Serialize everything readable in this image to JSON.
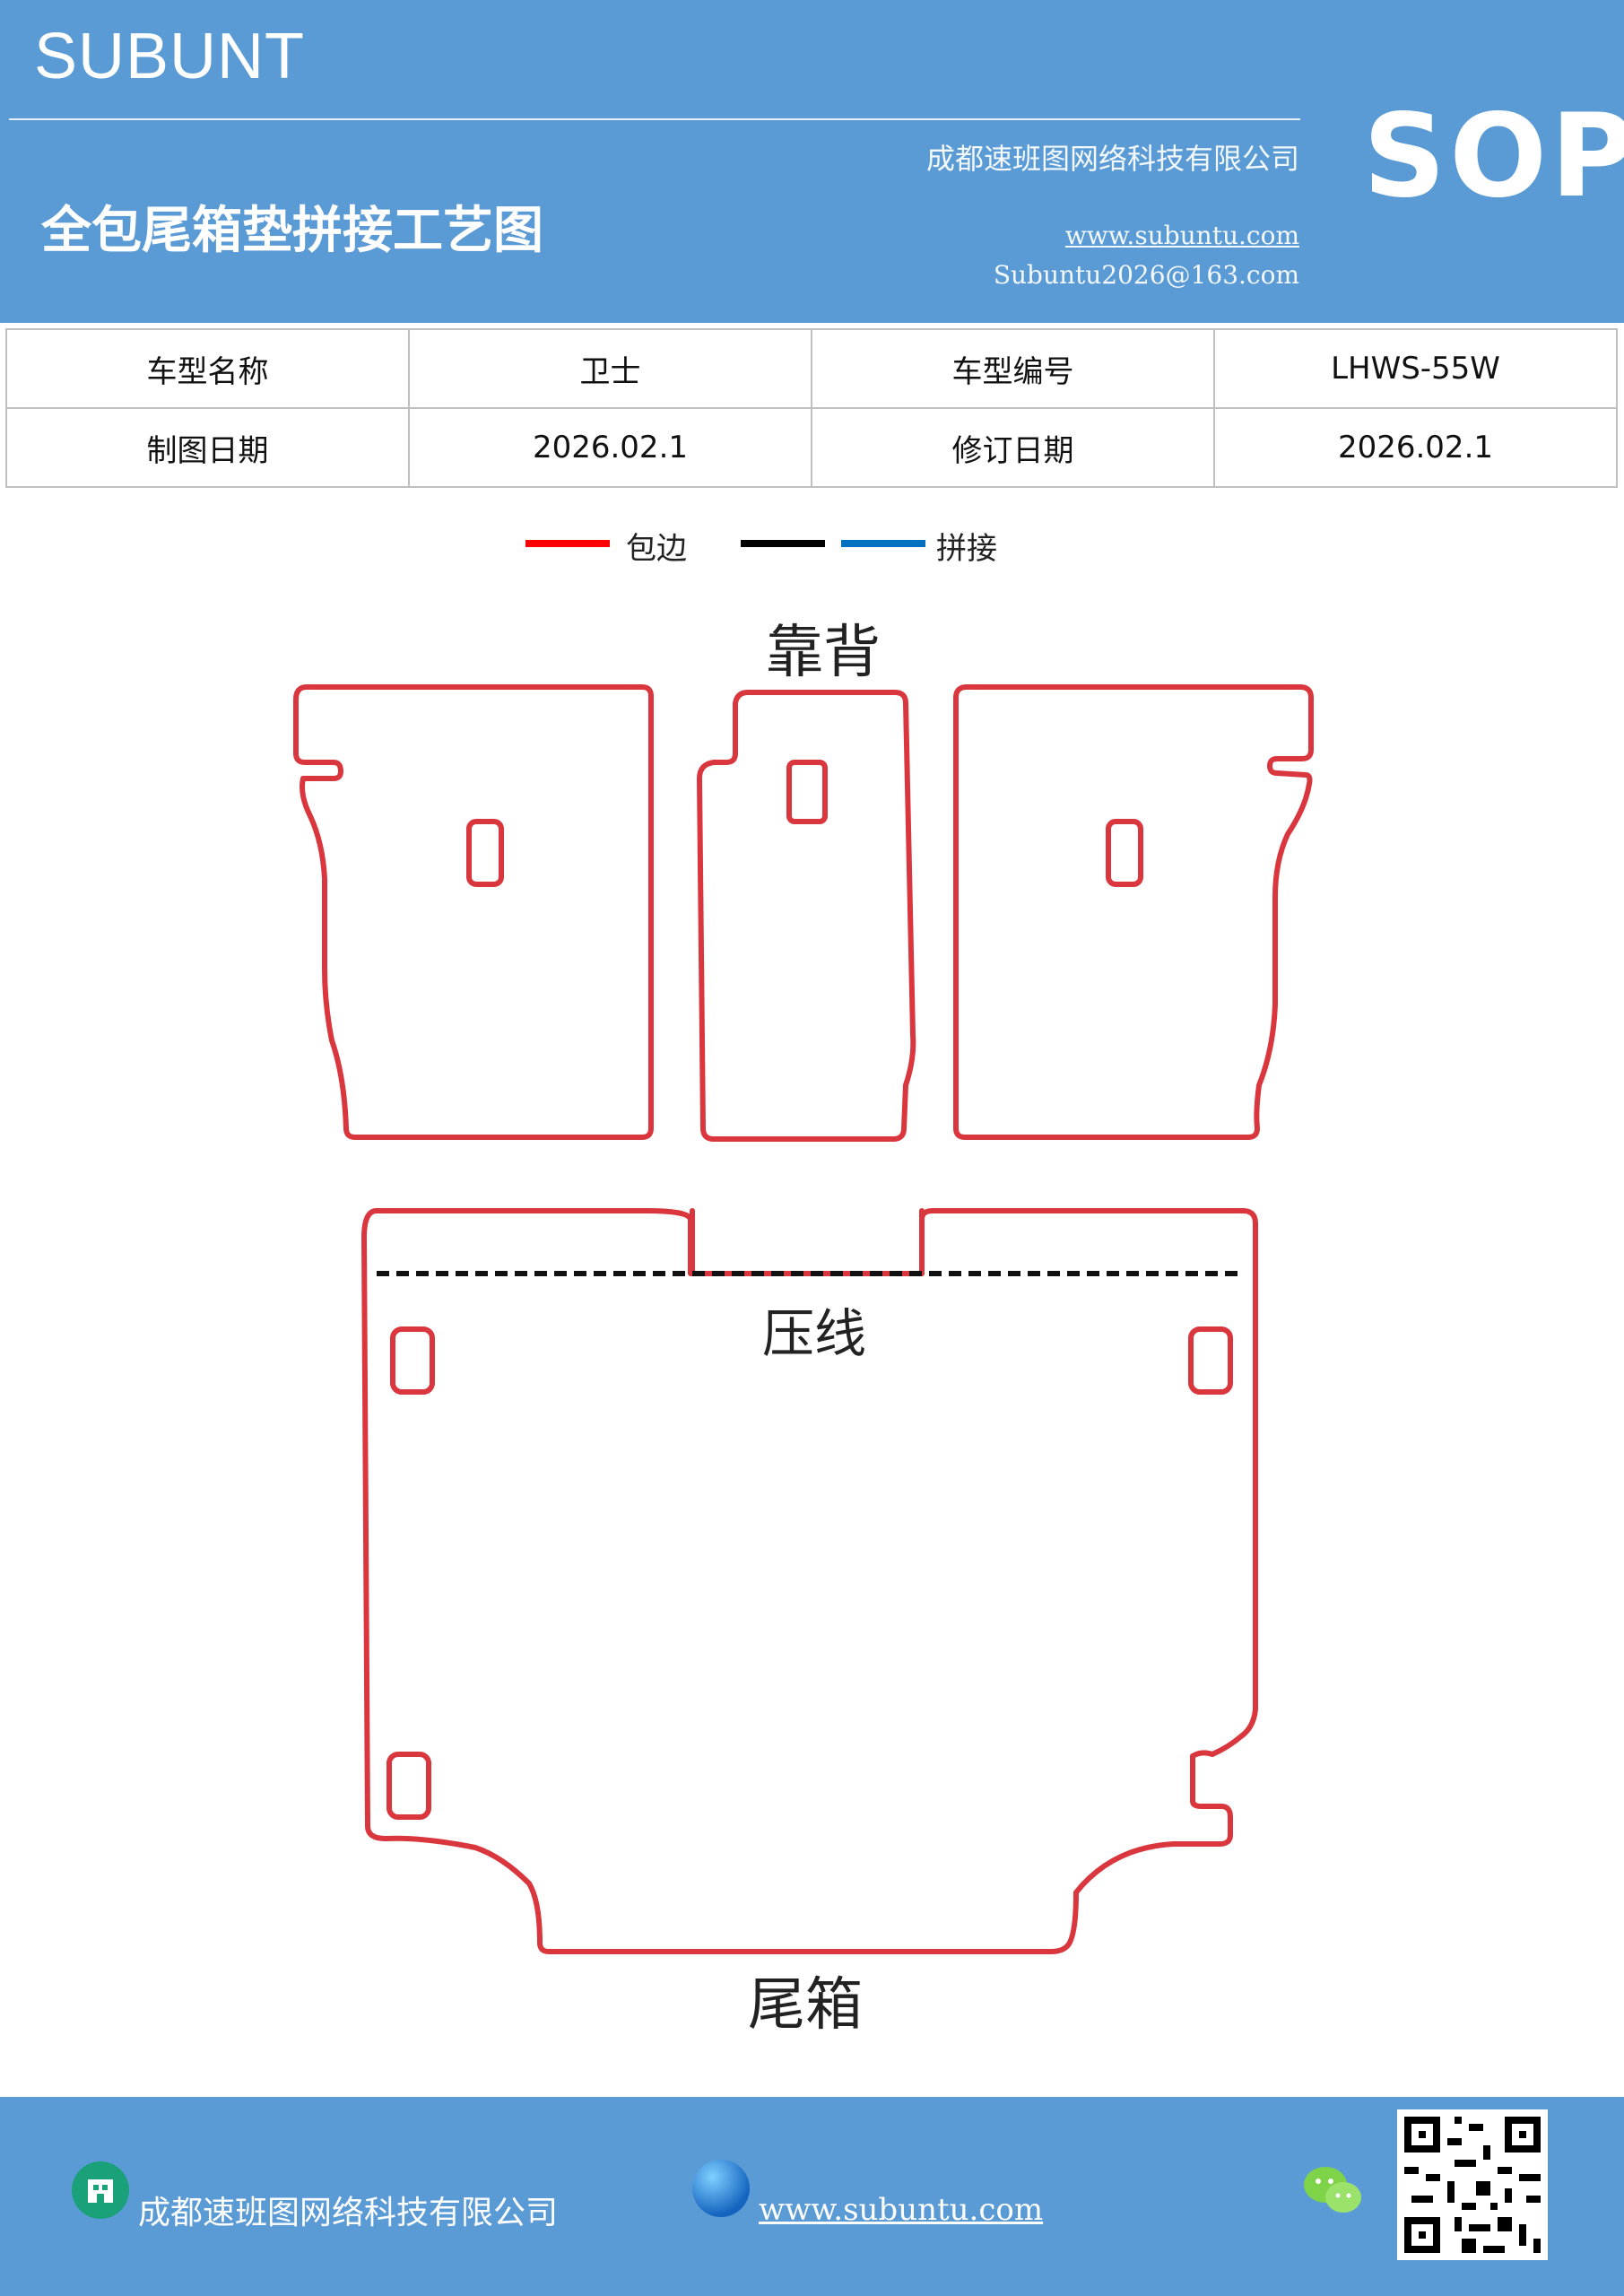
{
  "header": {
    "brand": "SUBUNT",
    "company": "成都速班图网络科技有限公司",
    "title": "全包尾箱垫拼接工艺图",
    "website": "www.subuntu.com",
    "email": "Subuntu2026@163.com",
    "badge": "SOP"
  },
  "info_table": {
    "rows": [
      [
        "车型名称",
        "卫士",
        "车型编号",
        "LHWS-55W"
      ],
      [
        "制图日期",
        "2026.02.1",
        "修订日期",
        "2026.02.1"
      ]
    ]
  },
  "legend": {
    "items": [
      {
        "label": "包边",
        "color": "#ff0000"
      },
      {
        "label": "",
        "color": "#000000"
      },
      {
        "label": "拼接",
        "color": "#0070c0"
      }
    ]
  },
  "drawing": {
    "backrest_label": "靠背",
    "crease_label": "压线",
    "trunk_label": "尾箱",
    "outline_color": "#d9363e"
  },
  "footer": {
    "company": "成都速班图网络科技有限公司",
    "website": "www.subuntu.com"
  }
}
